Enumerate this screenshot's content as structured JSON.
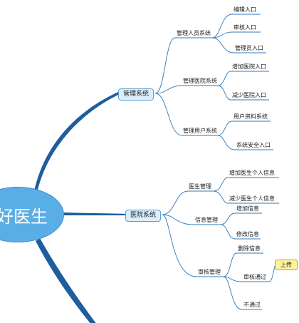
{
  "mindmap": {
    "central": "好医生",
    "management": {
      "label": "管理系统",
      "staff": {
        "label": "管理人员系统",
        "children": [
          "编辑入口",
          "审核入口",
          "管理员入口"
        ]
      },
      "hospital": {
        "label": "管理医院系统",
        "children": [
          "增加医院入口",
          "减少医院入口"
        ]
      },
      "users": {
        "label": "管理用户系统",
        "children": [
          "用户资料系统",
          "系统安全入口"
        ]
      }
    },
    "hospital_system": {
      "label": "医院系统",
      "doctor": {
        "label": "医生管理",
        "children": [
          "增加医生个人信息",
          "减少医生个人信息"
        ]
      },
      "info": {
        "label": "信息管理",
        "children": [
          "增加信息",
          "修改信息"
        ]
      },
      "review": {
        "label": "审核管理",
        "children": [
          "删除信息",
          "审核通过",
          "不通过"
        ],
        "approved_tag": "上传"
      }
    }
  },
  "colors": {
    "connector": "#2f78b7",
    "central_fill": "#5aaee6",
    "topic_fill": "#dbeefc",
    "tag_fill": "#fdf2a0"
  }
}
